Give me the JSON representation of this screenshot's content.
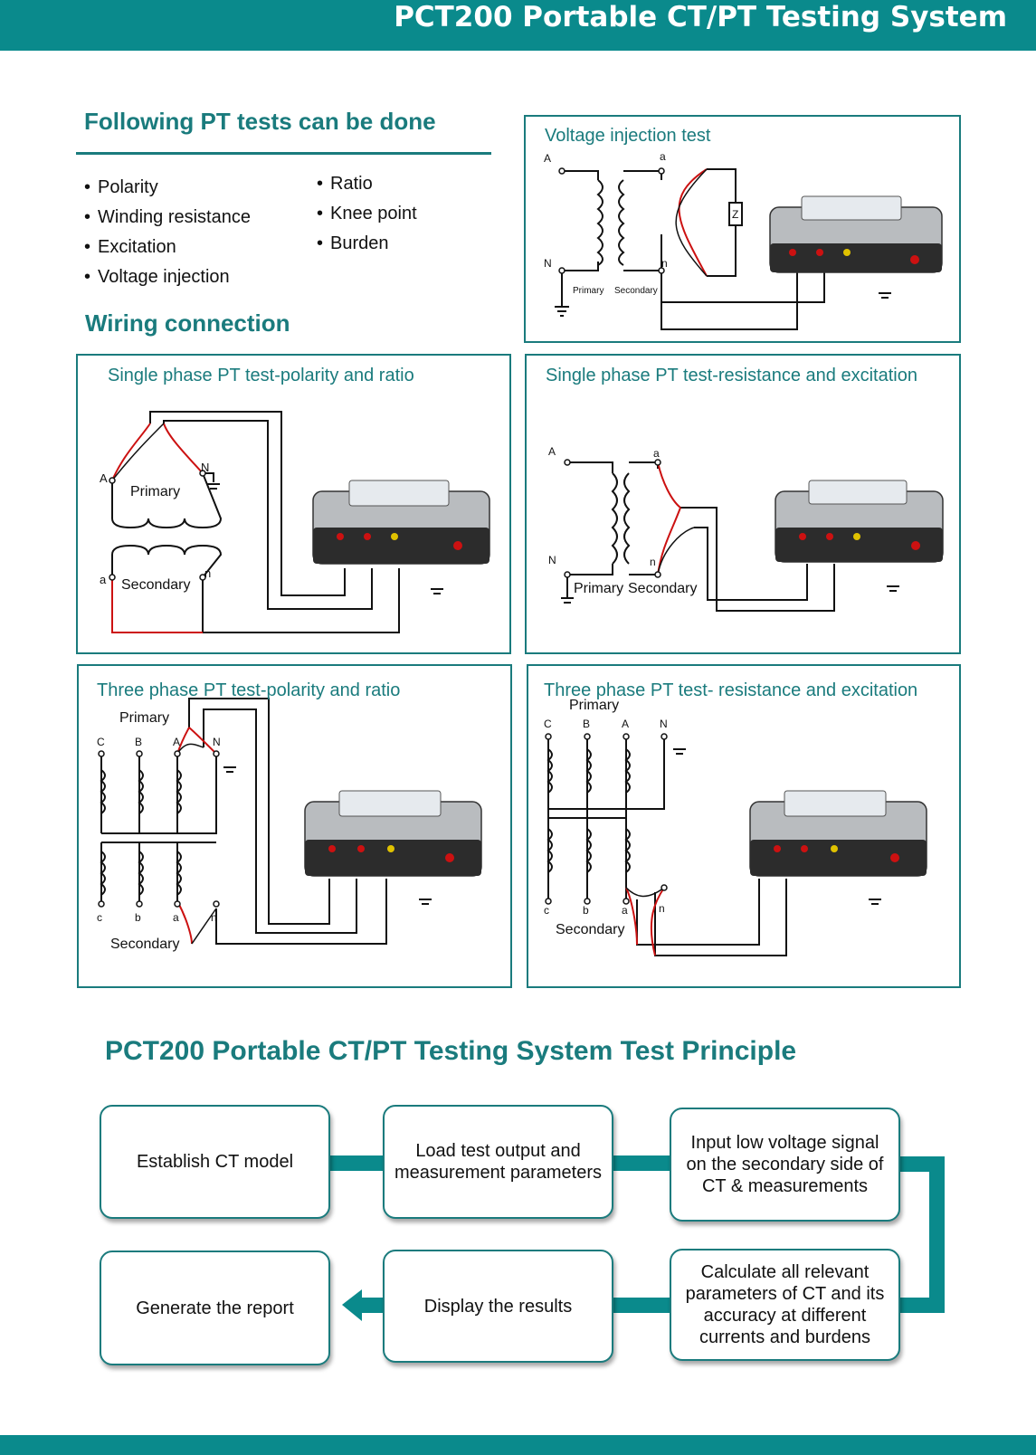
{
  "header": {
    "title": "PCT200 Portable CT/PT Testing System"
  },
  "tests": {
    "heading": "Following PT tests can be done",
    "left": [
      "Polarity",
      "Winding resistance",
      "Excitation",
      "Voltage injection"
    ],
    "right": [
      "Ratio",
      "Knee point",
      "Burden"
    ]
  },
  "wiring": {
    "heading": "Wiring connection",
    "panels": [
      {
        "title": "Voltage injection test",
        "labels": [
          "A",
          "a",
          "N",
          "n",
          "Primary",
          "Secondary",
          "Z"
        ]
      },
      {
        "title": "Single phase PT test-polarity and ratio",
        "labels": [
          "A",
          "N",
          "Primary",
          "a",
          "Secondary",
          "n"
        ]
      },
      {
        "title": "Single phase PT test-resistance and excitation",
        "labels": [
          "A",
          "a",
          "N",
          "n",
          "Primary",
          "Secondary"
        ]
      },
      {
        "title": "Three phase PT test-polarity and ratio",
        "labels": [
          "Primary",
          "C",
          "B",
          "A",
          "N",
          "c",
          "b",
          "a",
          "n",
          "Secondary"
        ]
      },
      {
        "title": "Three phase PT test- resistance and excitation",
        "labels": [
          "Primary",
          "C",
          "B",
          "A",
          "N",
          "c",
          "b",
          "a",
          "n",
          "Secondary"
        ]
      }
    ]
  },
  "principle": {
    "heading": "PCT200 Portable CT/PT Testing System Test Principle",
    "steps": [
      "Establish CT model",
      "Load test output and measurement parameters",
      "Input low voltage signal on the secondary side of CT & measurements",
      "Calculate all relevant parameters of CT and its accuracy at different currents and burdens",
      "Display the results",
      "Generate the report"
    ]
  },
  "colors": {
    "brand": "#0a8a8c",
    "heading": "#1a7b7d",
    "wire_red": "#cc1111",
    "wire_black": "#111111"
  },
  "icons": [
    "ground-icon",
    "tester-device-icon",
    "transformer-coil-icon",
    "left-arrow-icon"
  ]
}
